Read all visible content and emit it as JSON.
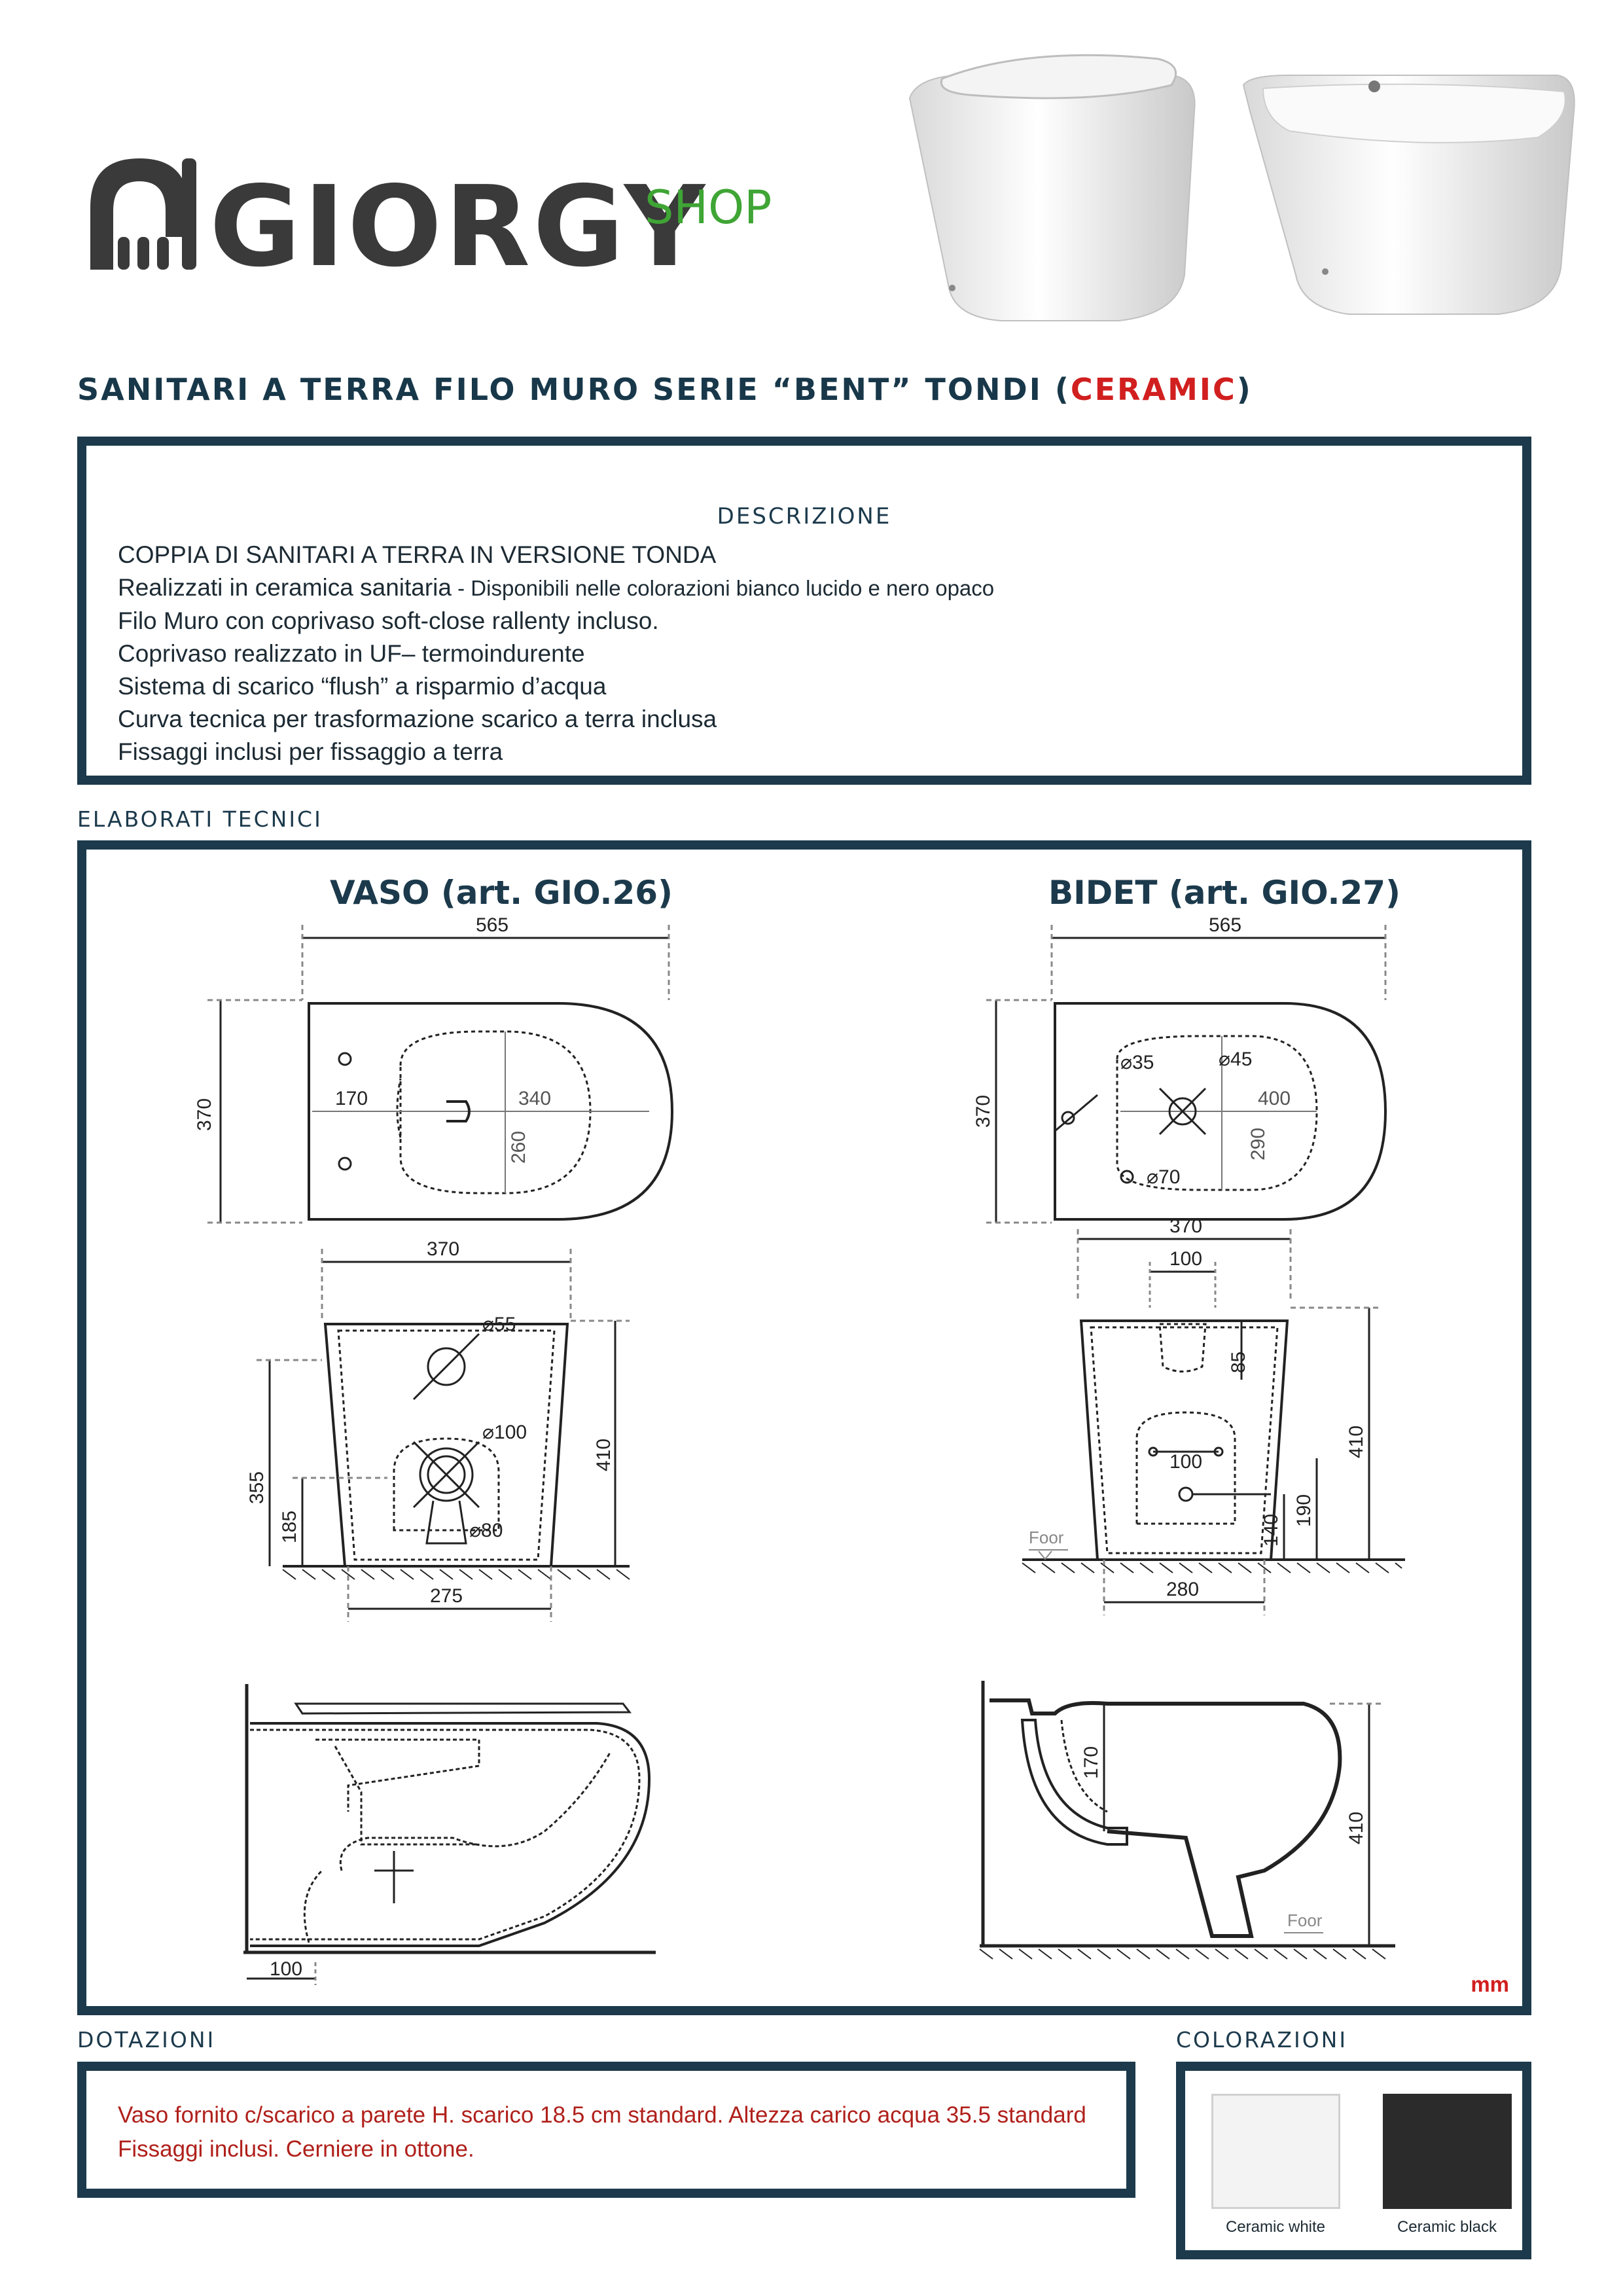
{
  "header": {
    "logo_word": "GIORGY",
    "logo_shop": "SHOP",
    "title_prefix": "SANITARI A TERRA FILO MURO SERIE “BENT” TONDI (",
    "title_highlight": "CERAMIC",
    "title_suffix": ")"
  },
  "description": {
    "title": "DESCRIZIONE",
    "lines": [
      "COPPIA DI SANITARI A TERRA IN VERSIONE TONDA",
      "Realizzati in ceramica sanitaria",
      "Filo Muro con coprivaso soft-close rallenty incluso.",
      "Coprivaso realizzato in UF– termoindurente",
      "Sistema di scarico “flush” a risparmio d’acqua",
      "Curva tecnica per trasformazione scarico a terra inclusa",
      "Fissaggi inclusi per fissaggio a terra"
    ],
    "line2_small": " - Disponibili nelle colorazioni bianco lucido e nero opaco"
  },
  "tech": {
    "label": "ELABORATI TECNICI",
    "vaso_title": "VASO (art. GIO.26)",
    "bidet_title": "BIDET (art. GIO.27)",
    "unit": "mm",
    "vaso": {
      "top_width": "565",
      "top_depth": "370",
      "hole_offset": "170",
      "bowl_len": "340",
      "bowl_w": "260",
      "front_width": "370",
      "d55": "⌀55",
      "d100": "⌀100",
      "d80": "⌀80",
      "h355": "355",
      "h185": "185",
      "h410": "410",
      "base275": "275",
      "side100": "100"
    },
    "bidet": {
      "top_width": "565",
      "top_depth": "370",
      "d35": "⌀35",
      "d45": "⌀45",
      "d70": "⌀70",
      "bowl_len": "400",
      "bowl_w": "290",
      "front_width": "370",
      "w100a": "100",
      "h85": "85",
      "w100b": "100",
      "h410": "410",
      "h190": "190",
      "h140": "140",
      "base280": "280",
      "floor": "Foor",
      "side170": "170",
      "side410": "410",
      "side_floor": "Foor"
    }
  },
  "dotazioni": {
    "label": "DOTAZIONI",
    "lines": [
      "Vaso fornito c/scarico a parete H. scarico 18.5 cm standard. Altezza carico acqua 35.5 standard",
      "Fissaggi inclusi. Cerniere in ottone."
    ]
  },
  "colorazioni": {
    "label": "COLORAZIONI",
    "white_label": "Ceramic white",
    "black_label": "Ceramic black",
    "white_color": "#f3f3f3",
    "black_color": "#2b2b2b"
  }
}
